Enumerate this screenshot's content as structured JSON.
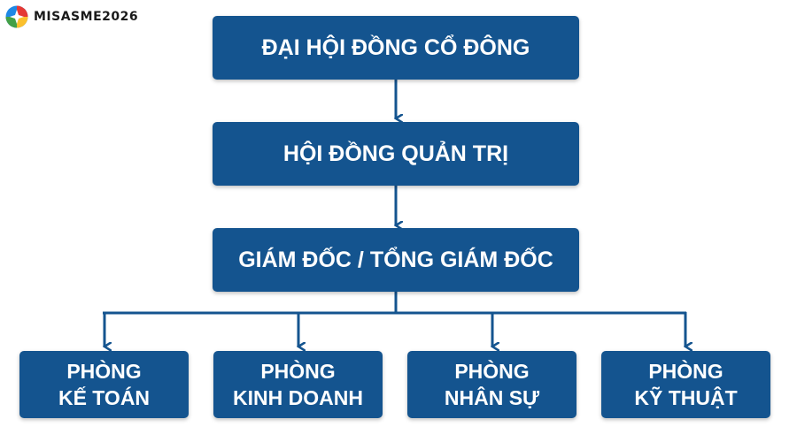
{
  "logo": {
    "text": "MISASME2026",
    "icon": "misa-logo-icon",
    "colors": [
      "#e53935",
      "#fbc02d",
      "#43a047",
      "#1e88e5"
    ]
  },
  "diagram": {
    "type": "org-chart",
    "box_color": "#14548f",
    "connector_color": "#14548f",
    "levels": [
      {
        "label": "ĐẠI HỘI ĐỒNG CỔ ĐÔNG"
      },
      {
        "label": "HỘI ĐỒNG QUẢN TRỊ"
      },
      {
        "label": "GIÁM ĐỐC / TỔNG GIÁM ĐỐC"
      }
    ],
    "departments": [
      {
        "line1": "PHÒNG",
        "line2": "KẾ TOÁN"
      },
      {
        "line1": "PHÒNG",
        "line2": "KINH DOANH"
      },
      {
        "line1": "PHÒNG",
        "line2": "NHÂN SỰ"
      },
      {
        "line1": "PHÒNG",
        "line2": "KỸ THUẬT"
      }
    ]
  }
}
